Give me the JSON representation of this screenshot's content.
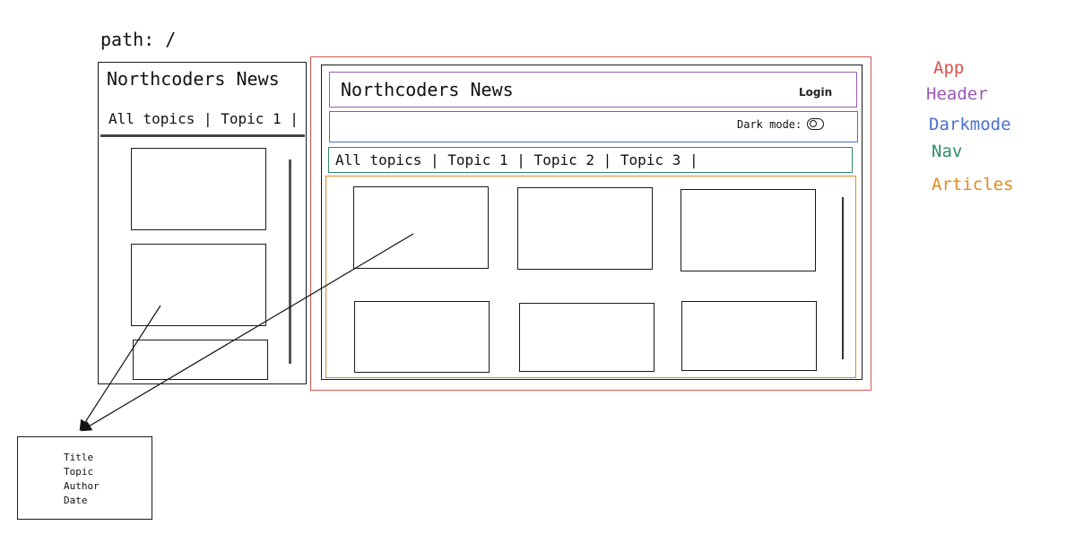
{
  "path": {
    "label": "path: /"
  },
  "mobile": {
    "title": "Northcoders News",
    "nav": "All topics | Topic 1 |"
  },
  "app": {
    "header_title": "Northcoders News",
    "login_label": "Login",
    "darkmode_label": "Dark mode:",
    "nav": "All topics | Topic 1 | Topic 2 | Topic 3 |"
  },
  "legend": [
    {
      "label": "App",
      "color": "#d9534f"
    },
    {
      "label": "Header",
      "color": "#9b59b6"
    },
    {
      "label": "Darkmode",
      "color": "#4a6fd0"
    },
    {
      "label": "Nav",
      "color": "#2e8b6a"
    },
    {
      "label": "Articles",
      "color": "#e08a1e"
    }
  ],
  "card_detail": {
    "lines": [
      "Title",
      "Topic",
      "Author",
      "Date"
    ]
  }
}
